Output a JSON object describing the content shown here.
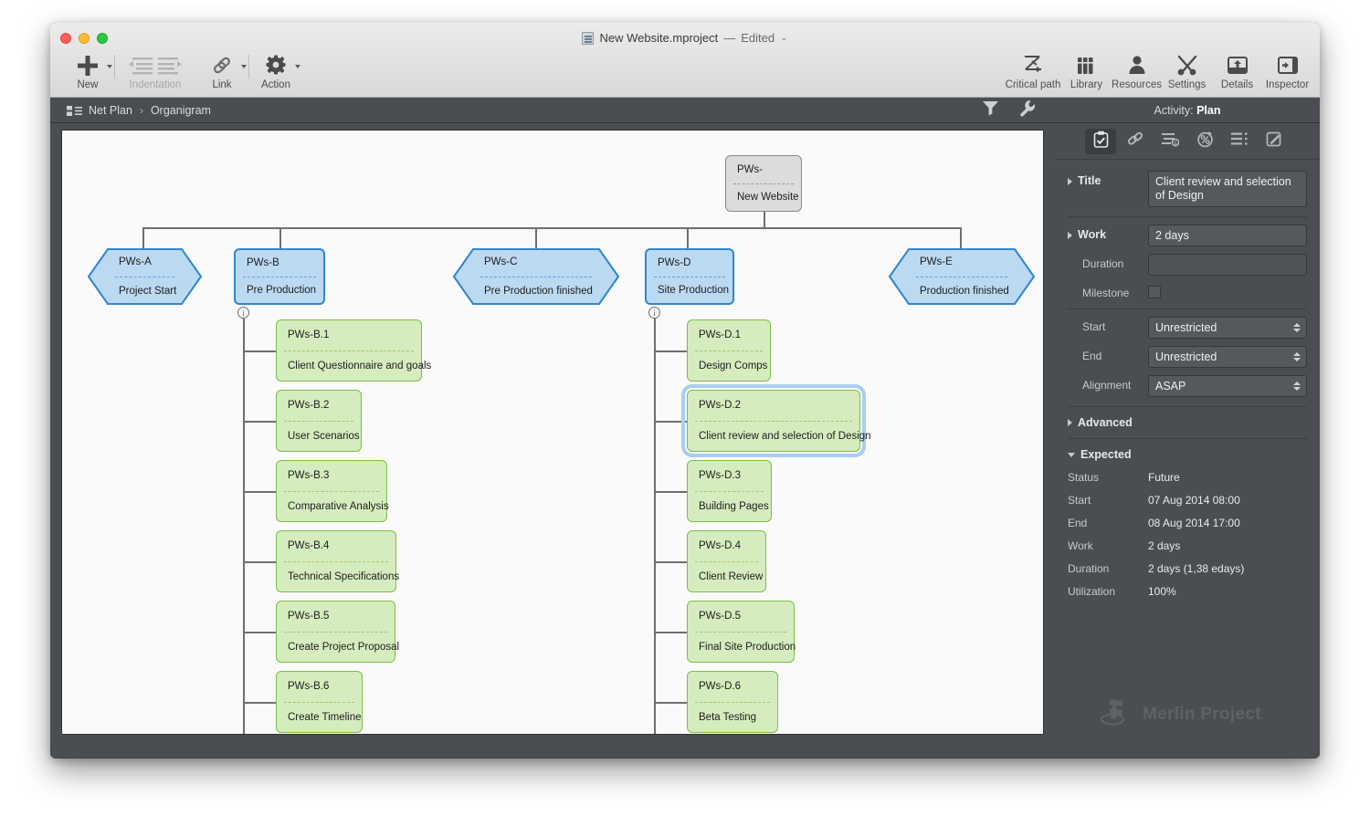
{
  "window": {
    "title": "New Website.mproject",
    "title_dash": "—",
    "title_state": "Edited"
  },
  "toolbar_left": [
    {
      "name": "new",
      "label": "New",
      "icon": "plus-icon",
      "disabled": false,
      "caret": true
    },
    {
      "name": "indentation",
      "label": "Indentation",
      "icon": "indentation-icon",
      "disabled": true,
      "caret": false
    },
    {
      "name": "link",
      "label": "Link",
      "icon": "link-icon",
      "disabled": false,
      "caret": true
    },
    {
      "name": "action",
      "label": "Action",
      "icon": "gear-icon",
      "disabled": false,
      "caret": true
    }
  ],
  "toolbar_right": [
    {
      "name": "critical-path",
      "label": "Critical path",
      "icon": "critical-path-icon"
    },
    {
      "name": "library",
      "label": "Library",
      "icon": "library-icon"
    },
    {
      "name": "resources",
      "label": "Resources",
      "icon": "resources-icon"
    },
    {
      "name": "settings",
      "label": "Settings",
      "icon": "settings-icon"
    },
    {
      "name": "details",
      "label": "Details",
      "icon": "details-icon"
    },
    {
      "name": "inspector",
      "label": "Inspector",
      "icon": "inspector-icon"
    }
  ],
  "breadcrumb": {
    "icon": "net-plan-icon",
    "root": "Net Plan",
    "separator": "›",
    "current": "Organigram",
    "filter_icon": "filter-funnel-icon",
    "tools_icon": "wrench-icon",
    "activity_label": "Activity:",
    "activity_value": "Plan"
  },
  "inspector": {
    "tabs": [
      {
        "name": "tab-plan",
        "icon": "clipboard-check-icon",
        "active": true
      },
      {
        "name": "tab-links",
        "icon": "paperclip-icon",
        "active": false
      },
      {
        "name": "tab-costs",
        "icon": "cost-lines-icon",
        "active": false
      },
      {
        "name": "tab-progress",
        "icon": "percent-circle-icon",
        "active": false
      },
      {
        "name": "tab-list",
        "icon": "list-bullets-icon",
        "active": false
      },
      {
        "name": "tab-notes",
        "icon": "pencil-note-icon",
        "active": false
      }
    ],
    "fields": {
      "title_label": "Title",
      "title_value": "Client review and selection of Design",
      "work_label": "Work",
      "work_value": "2 days",
      "duration_label": "Duration",
      "duration_value": "",
      "milestone_label": "Milestone",
      "milestone_checked": false,
      "start_label": "Start",
      "start_value": "Unrestricted",
      "end_label": "End",
      "end_value": "Unrestricted",
      "alignment_label": "Alignment",
      "alignment_value": "ASAP"
    },
    "advanced_label": "Advanced",
    "expected_label": "Expected",
    "expected": [
      {
        "label": "Status",
        "value": "Future"
      },
      {
        "label": "Start",
        "value": "07 Aug 2014 08:00"
      },
      {
        "label": "End",
        "value": "08 Aug 2014 17:00"
      },
      {
        "label": "Work",
        "value": "2 days"
      },
      {
        "label": "Duration",
        "value": "2 days (1,38 edays)"
      },
      {
        "label": "Utilization",
        "value": "100%"
      }
    ],
    "watermark": "Merlin Project",
    "watermark_icon": "merlin-logo-icon"
  },
  "chart_data": {
    "type": "diagram",
    "title": "Organigram / Net Plan",
    "root": {
      "id": "PWs-",
      "name": "New Website"
    },
    "phases": [
      {
        "id": "PWs-A",
        "name": "Project Start",
        "shape": "hexagon"
      },
      {
        "id": "PWs-B",
        "name": "Pre Production",
        "shape": "rounded-rect"
      },
      {
        "id": "PWs-C",
        "name": "Pre Production finished",
        "shape": "hexagon"
      },
      {
        "id": "PWs-D",
        "name": "Site Production",
        "shape": "rounded-rect"
      },
      {
        "id": "PWs-E",
        "name": "Production finished",
        "shape": "hexagon"
      }
    ],
    "tasks_b": [
      {
        "id": "PWs-B.1",
        "name": "Client Questionnaire and goals"
      },
      {
        "id": "PWs-B.2",
        "name": "User Scenarios"
      },
      {
        "id": "PWs-B.3",
        "name": "Comparative Analysis"
      },
      {
        "id": "PWs-B.4",
        "name": "Technical Specifications"
      },
      {
        "id": "PWs-B.5",
        "name": "Create Project Proposal"
      },
      {
        "id": "PWs-B.6",
        "name": "Create Timeline"
      }
    ],
    "tasks_d": [
      {
        "id": "PWs-D.1",
        "name": "Design Comps",
        "selected": false
      },
      {
        "id": "PWs-D.2",
        "name": "Client review and selection of Design",
        "selected": true
      },
      {
        "id": "PWs-D.3",
        "name": "Building Pages",
        "selected": false
      },
      {
        "id": "PWs-D.4",
        "name": "Client Review",
        "selected": false
      },
      {
        "id": "PWs-D.5",
        "name": "Final Site Production",
        "selected": false
      },
      {
        "id": "PWs-D.6",
        "name": "Beta Testing",
        "selected": false
      }
    ],
    "junction_marker": "i",
    "colors": {
      "phase_fill": "#bcd9f2",
      "phase_stroke": "#2f86d0",
      "task_fill": "#d5ecbe",
      "task_stroke": "#7cbf46",
      "root_fill": "#dcdcdc",
      "root_stroke": "#8a8a8a",
      "selection": "#a9cef0",
      "connector": "#6f6f6f",
      "canvas_bg": "#fafafa",
      "chrome_bg": "#4a4e52"
    }
  }
}
